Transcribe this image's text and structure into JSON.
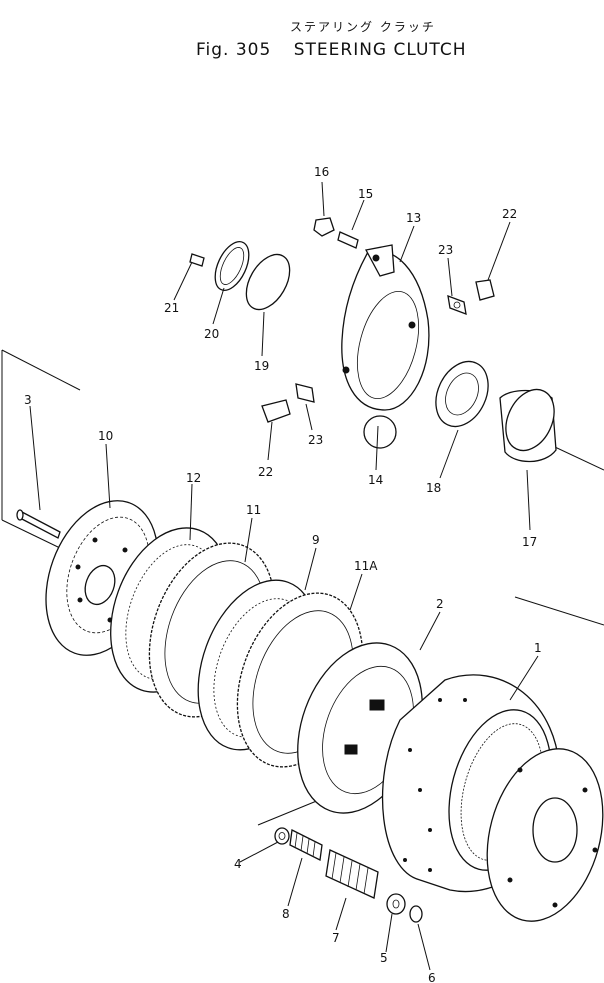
{
  "title": {
    "japanese": "ステアリング クラッチ",
    "figure": "Fig. 305",
    "name": "STEERING CLUTCH"
  },
  "parts": [
    {
      "id": "p1",
      "label": "1"
    },
    {
      "id": "p2",
      "label": "2"
    },
    {
      "id": "p3",
      "label": "3"
    },
    {
      "id": "p4",
      "label": "4"
    },
    {
      "id": "p5",
      "label": "5"
    },
    {
      "id": "p6",
      "label": "6"
    },
    {
      "id": "p7",
      "label": "7"
    },
    {
      "id": "p8",
      "label": "8"
    },
    {
      "id": "p9",
      "label": "9"
    },
    {
      "id": "p10",
      "label": "10"
    },
    {
      "id": "p11",
      "label": "11"
    },
    {
      "id": "p11a",
      "label": "11A"
    },
    {
      "id": "p12",
      "label": "12"
    },
    {
      "id": "p13",
      "label": "13"
    },
    {
      "id": "p14",
      "label": "14"
    },
    {
      "id": "p15",
      "label": "15"
    },
    {
      "id": "p16",
      "label": "16"
    },
    {
      "id": "p17",
      "label": "17"
    },
    {
      "id": "p18",
      "label": "18"
    },
    {
      "id": "p19",
      "label": "19"
    },
    {
      "id": "p20",
      "label": "20"
    },
    {
      "id": "p21",
      "label": "21"
    },
    {
      "id": "p22a",
      "label": "22"
    },
    {
      "id": "p22b",
      "label": "22"
    },
    {
      "id": "p23a",
      "label": "23"
    },
    {
      "id": "p23b",
      "label": "23"
    }
  ]
}
